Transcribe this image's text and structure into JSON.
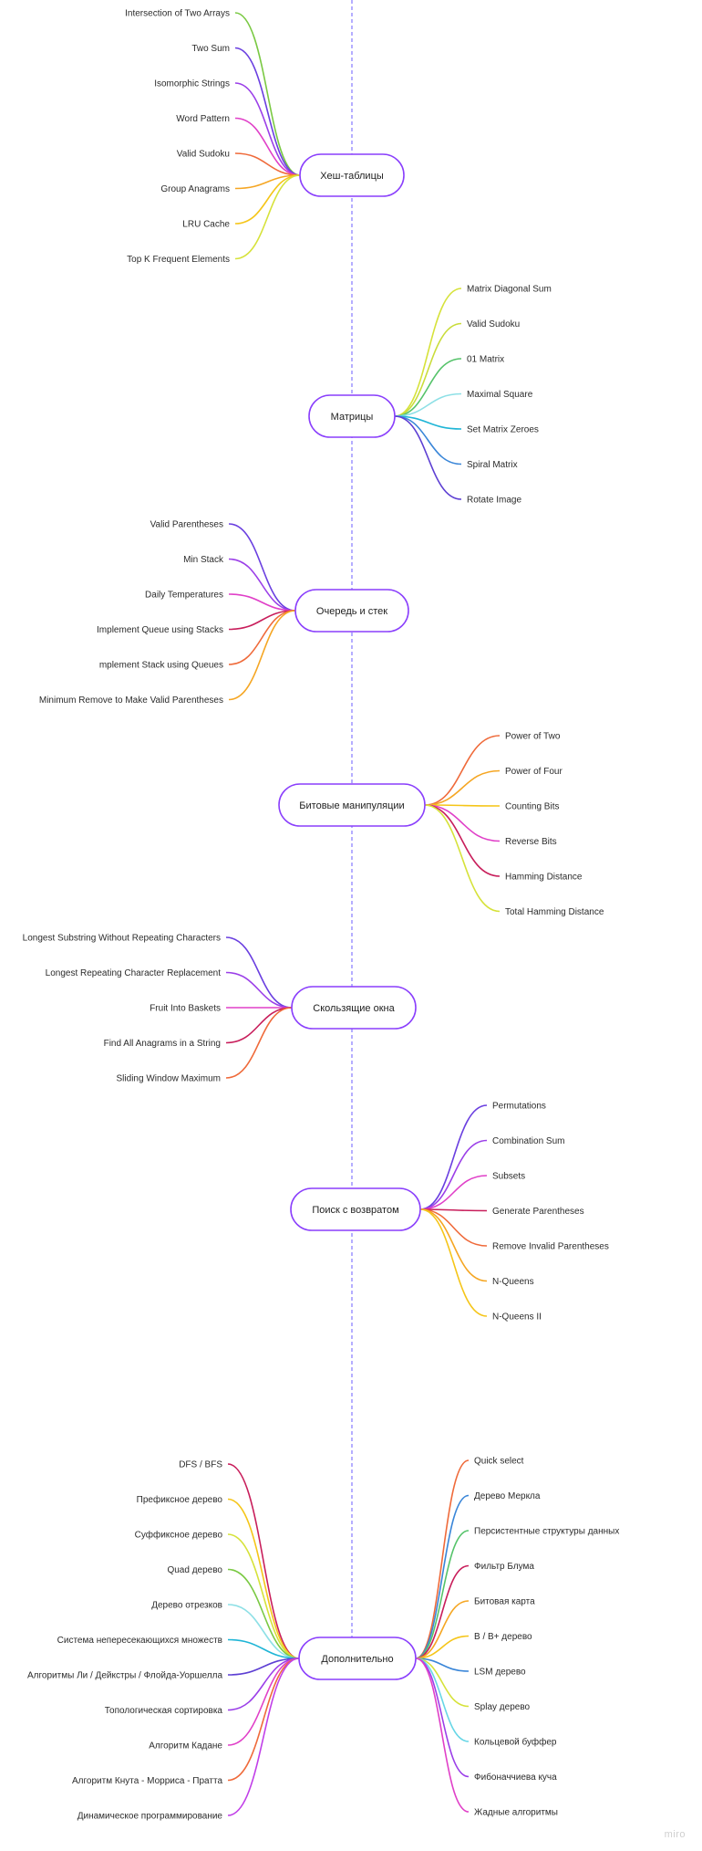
{
  "brand": "miro",
  "colors": {
    "outline": "#8a3ffc",
    "guide": "#6b5cff",
    "palette": [
      "#7ac943",
      "#6a3fe0",
      "#9b3fe8",
      "#e040c8",
      "#ef6a3a",
      "#f5a623",
      "#f5c518",
      "#d6e23a",
      "#55c36a",
      "#67d6e6",
      "#1fb5d6",
      "#3a86d8",
      "#5d3fd3",
      "#c81e5b",
      "#f0d23a"
    ]
  },
  "groups": [
    {
      "title": "Хеш-таблицы",
      "leaves": [
        {
          "label": "Intersection of Two Arrays",
          "color": "#7ac943"
        },
        {
          "label": "Two Sum",
          "color": "#6a3fe0"
        },
        {
          "label": "Isomorphic Strings",
          "color": "#9b3fe8"
        },
        {
          "label": "Word Pattern",
          "color": "#e040c8"
        },
        {
          "label": "Valid Sudoku",
          "color": "#ef6a3a"
        },
        {
          "label": "Group Anagrams",
          "color": "#f5a623"
        },
        {
          "label": "LRU Cache",
          "color": "#f5c518"
        },
        {
          "label": "Top K Frequent Elements",
          "color": "#d6e23a"
        }
      ]
    },
    {
      "title": "Матрицы",
      "leaves": [
        {
          "label": "Matrix Diagonal Sum",
          "color": "#d6e23a"
        },
        {
          "label": "Valid Sudoku",
          "color": "#c9dc3a"
        },
        {
          "label": "01 Matrix",
          "color": "#55c36a"
        },
        {
          "label": "Maximal Square",
          "color": "#8ee0e6"
        },
        {
          "label": "Set Matrix Zeroes",
          "color": "#1fb5d6"
        },
        {
          "label": "Spiral Matrix",
          "color": "#3a86d8"
        },
        {
          "label": "Rotate Image",
          "color": "#5d3fd3"
        }
      ]
    },
    {
      "title": "Очередь и стек",
      "leaves": [
        {
          "label": "Valid Parentheses",
          "color": "#6a3fe0"
        },
        {
          "label": "Min Stack",
          "color": "#9b3fe8"
        },
        {
          "label": "Daily Temperatures",
          "color": "#e040c8"
        },
        {
          "label": "Implement Queue using Stacks",
          "color": "#c81e5b"
        },
        {
          "label": "mplement Stack using Queues",
          "color": "#ef6a3a"
        },
        {
          "label": "Minimum Remove to Make Valid Parentheses",
          "color": "#f5a623"
        }
      ]
    },
    {
      "title": "Битовые манипуляции",
      "leaves": [
        {
          "label": "Power of Two",
          "color": "#ef6a3a"
        },
        {
          "label": "Power of Four",
          "color": "#f5a623"
        },
        {
          "label": "Counting Bits",
          "color": "#f5c518"
        },
        {
          "label": "Reverse Bits",
          "color": "#e040c8"
        },
        {
          "label": "Hamming Distance",
          "color": "#c81e5b"
        },
        {
          "label": "Total Hamming Distance",
          "color": "#d6e23a"
        }
      ]
    },
    {
      "title": "Скользящие окна",
      "leaves": [
        {
          "label": "Longest Substring Without Repeating Characters",
          "color": "#6a3fe0"
        },
        {
          "label": "Longest Repeating Character Replacement",
          "color": "#9b3fe8"
        },
        {
          "label": "Fruit Into Baskets",
          "color": "#e040c8"
        },
        {
          "label": "Find All Anagrams in a String",
          "color": "#c81e5b"
        },
        {
          "label": "Sliding Window Maximum",
          "color": "#ef6a3a"
        }
      ]
    },
    {
      "title": "Поиск с возвратом",
      "leaves": [
        {
          "label": "Permutations",
          "color": "#6a3fe0"
        },
        {
          "label": "Combination Sum",
          "color": "#9b3fe8"
        },
        {
          "label": "Subsets",
          "color": "#e040c8"
        },
        {
          "label": "Generate Parentheses",
          "color": "#c81e5b"
        },
        {
          "label": "Remove Invalid Parentheses",
          "color": "#ef6a3a"
        },
        {
          "label": "N-Queens",
          "color": "#f5a623"
        },
        {
          "label": "N-Queens II",
          "color": "#f5c518"
        }
      ]
    },
    {
      "title": "Дополнительно",
      "left": [
        {
          "label": "DFS / BFS",
          "color": "#c81e5b"
        },
        {
          "label": "Префиксное дерево",
          "color": "#f5c518"
        },
        {
          "label": "Суффиксное дерево",
          "color": "#d6e23a"
        },
        {
          "label": "Quad дерево",
          "color": "#7ac943"
        },
        {
          "label": "Дерево отрезков",
          "color": "#8ee0e6"
        },
        {
          "label": "Система непересекающихся множеств",
          "color": "#1fb5d6"
        },
        {
          "label": "Алгоритмы Ли / Дейкстры / Флойда-Уоршелла",
          "color": "#5d3fd3"
        },
        {
          "label": "Топологическая сортировка",
          "color": "#9b3fe8"
        },
        {
          "label": "Алгоритм Кадане",
          "color": "#e040c8"
        },
        {
          "label": "Алгоритм Кнута - Морриса - Пратта",
          "color": "#ef6a3a"
        },
        {
          "label": "Динамическое программирование",
          "color": "#c13fe8"
        }
      ],
      "right": [
        {
          "label": "Quick select",
          "color": "#ef6a3a"
        },
        {
          "label": "Дерево Меркла",
          "color": "#3a86d8"
        },
        {
          "label": "Персистентные структуры данных",
          "color": "#55c36a"
        },
        {
          "label": "Фильтр Блума",
          "color": "#c81e5b"
        },
        {
          "label": "Битовая карта",
          "color": "#f5a623"
        },
        {
          "label": "B / B+ дерево",
          "color": "#f5c518"
        },
        {
          "label": "LSM дерево",
          "color": "#3a86d8"
        },
        {
          "label": "Splay дерево",
          "color": "#d6e23a"
        },
        {
          "label": "Кольцевой буффер",
          "color": "#67d6e6"
        },
        {
          "label": "Фибоначчиева куча",
          "color": "#9b3fe8"
        },
        {
          "label": "Жадные алгоритмы",
          "color": "#e040c8"
        }
      ]
    }
  ]
}
